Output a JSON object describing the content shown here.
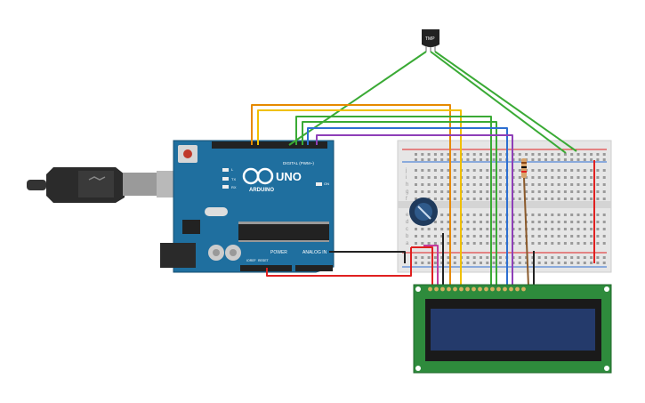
{
  "circuit": {
    "arduino": {
      "logo_text": "ARDUINO",
      "model": "UNO",
      "digital_label": "DIGITAL (PWM~)",
      "power_label": "POWER",
      "analog_label": "ANALOG IN",
      "on_label": "ON",
      "tx_label": "TX",
      "rx_label": "RX",
      "l_label": "L",
      "ioref_label": "IOREF",
      "reset_label": "RESET"
    },
    "sensor": {
      "label": "TMP"
    },
    "breadboard": {
      "row_letters_top": [
        "j",
        "i",
        "h",
        "g",
        "f"
      ],
      "row_letters_bottom": [
        "e",
        "d",
        "c",
        "b",
        "a"
      ]
    },
    "colors": {
      "board_blue": "#1f6f9f",
      "breadboard": "#e6e6e6",
      "lcd_pcb": "#2e8b3c",
      "lcd_screen": "#243a6b",
      "wire_green": "#3aaa35",
      "wire_orange": "#e68a00",
      "wire_yellow": "#f0c000",
      "wire_blue": "#2d6fd1",
      "wire_purple": "#8e3fb8",
      "wire_red": "#e02020",
      "wire_black": "#222222",
      "wire_magenta": "#c23c9e",
      "wire_brown": "#8b5a2b"
    }
  }
}
